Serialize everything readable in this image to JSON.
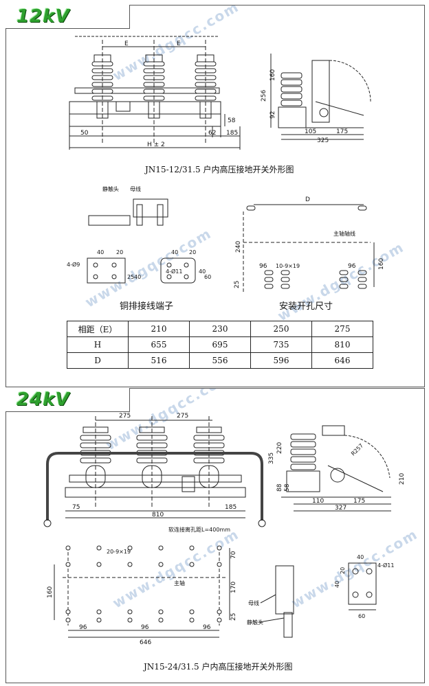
{
  "sections": [
    {
      "badge": "12kV",
      "front_view": {
        "dims": [
          "E",
          "E",
          "50",
          "62",
          "185",
          "H ± 2",
          "58"
        ]
      },
      "side_view": {
        "dims": [
          "256",
          "160",
          "92",
          "105",
          "175",
          "325"
        ]
      },
      "caption": "JN15-12/31.5 户内高压接地开关外形图",
      "terminal": {
        "labels": [
          "静触头",
          "母线"
        ],
        "plate_left": [
          "40",
          "20",
          "4-Ø9",
          "25",
          "40"
        ],
        "plate_right": [
          "40",
          "20",
          "4-Ø11",
          "40",
          "60"
        ],
        "title": "铜排接线端子"
      },
      "mounting": {
        "labels": [
          "D",
          "主轴轴线",
          "240",
          "96",
          "10-9×19",
          "96",
          "160",
          "25"
        ],
        "title": "安装开孔尺寸"
      },
      "table": {
        "rows": [
          [
            "相距（E）",
            "210",
            "230",
            "250",
            "275"
          ],
          [
            "H",
            "655",
            "695",
            "735",
            "810"
          ],
          [
            "D",
            "516",
            "556",
            "596",
            "646"
          ]
        ]
      }
    },
    {
      "badge": "24kV",
      "front_view": {
        "dims": [
          "275",
          "275",
          "75",
          "810",
          "185",
          "软连接离孔距L=400mm"
        ]
      },
      "side_view": {
        "dims": [
          "335",
          "220",
          "88",
          "58",
          "R257",
          "210",
          "110",
          "175",
          "327"
        ]
      },
      "mounting": {
        "labels": [
          "20-9×19",
          "主轴",
          "160",
          "70",
          "170",
          "25",
          "96",
          "96",
          "96",
          "646"
        ]
      },
      "terminal": {
        "labels": [
          "母线",
          "静触头"
        ],
        "plate": [
          "40",
          "4-Ø11",
          "20",
          "40",
          "60"
        ]
      },
      "caption": "JN15-24/31.5 户内高压接地开关外形图"
    }
  ],
  "watermark": "www.dgqcc.com",
  "colors": {
    "badge_green": "#2ea02e",
    "line": "#222222",
    "watermark": "#c9d8ea"
  }
}
